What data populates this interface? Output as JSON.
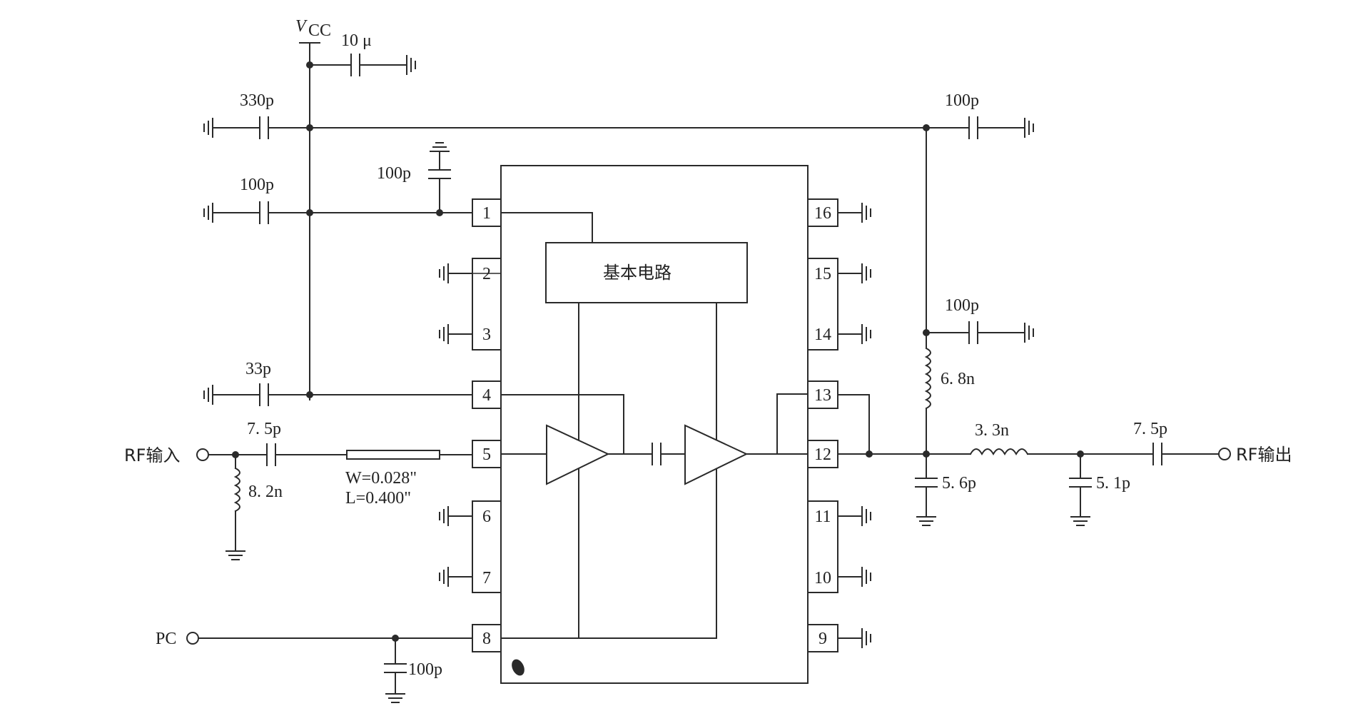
{
  "supply": {
    "label_v": "V",
    "label_sub": "CC"
  },
  "components": {
    "c_10u": "10 μ",
    "c_330p": "330p",
    "c_100p_top_right": "100p",
    "c_100p_top": "100p",
    "c_100p_pin1": "100p",
    "c_100p_mid_right": "100p",
    "c_33p": "33p",
    "c_7p5_in": "7. 5p",
    "c_7p5_out": "7. 5p",
    "l_8p2n": "8. 2n",
    "l_6p8n": "6. 8n",
    "l_3p3n": "3. 3n",
    "c_5p6p": "5. 6p",
    "c_5p1p": "5. 1p",
    "c_100p_pc": "100p",
    "stripline_w": "W=0.028\"",
    "stripline_l": "L=0.400\""
  },
  "ports": {
    "rf_in": "RF输入",
    "rf_out": "RF输出",
    "pc": "PC"
  },
  "ic": {
    "core_block": "基本电路",
    "pins_left": [
      "1",
      "2",
      "3",
      "4",
      "5",
      "6",
      "7",
      "8"
    ],
    "pins_right": [
      "16",
      "15",
      "14",
      "13",
      "12",
      "11",
      "10",
      "9"
    ]
  }
}
